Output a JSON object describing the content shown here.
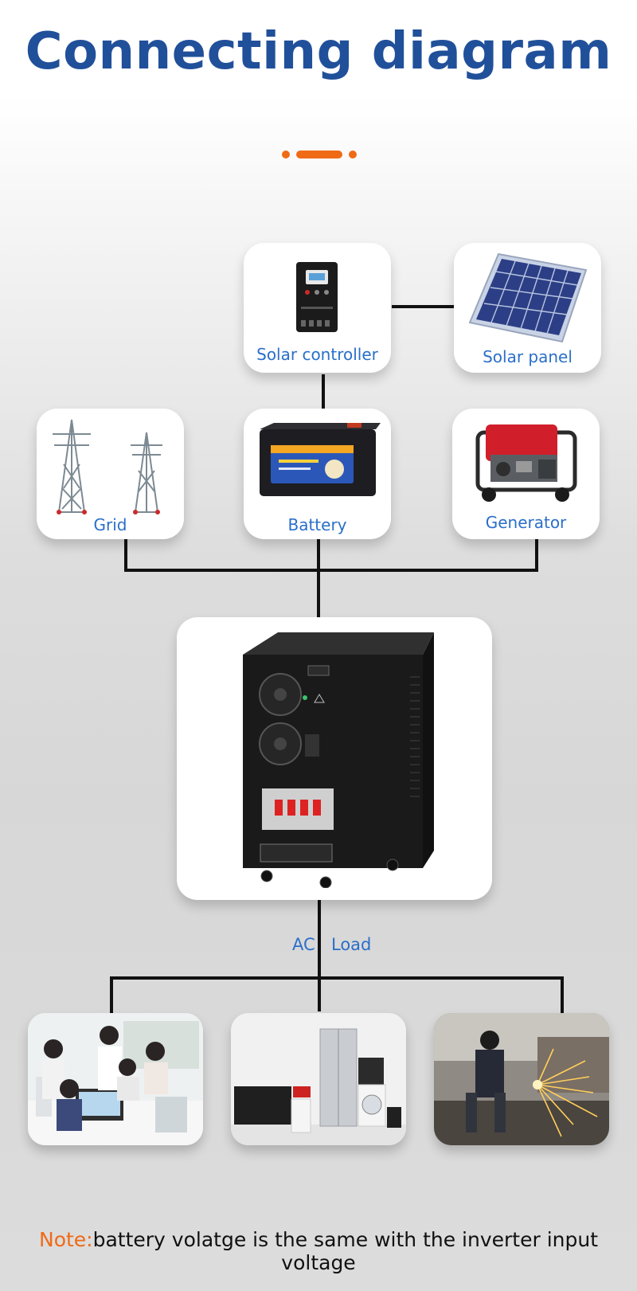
{
  "title": "Connecting diagram",
  "colors": {
    "accent": "#f06a16",
    "title": "#21509a",
    "label": "#2a6fc9",
    "line": "#111111"
  },
  "nodes": {
    "solar_controller": {
      "label": "Solar controller",
      "icon": "solar-controller-icon"
    },
    "solar_panel": {
      "label": "Solar panel",
      "icon": "solar-panel-icon"
    },
    "grid": {
      "label": "Grid",
      "icon": "power-tower-icon"
    },
    "battery": {
      "label": "Battery",
      "icon": "battery-icon"
    },
    "generator": {
      "label": "Generator",
      "icon": "generator-icon"
    },
    "inverter": {
      "label": "",
      "icon": "inverter-icon"
    }
  },
  "ac_load": {
    "ac": "AC",
    "load": "Load"
  },
  "loads": [
    {
      "icon": "office-workers-photo"
    },
    {
      "icon": "home-appliances-photo"
    },
    {
      "icon": "welding-worker-photo"
    }
  ],
  "note": {
    "prefix": "Note:",
    "text": "battery volatge is the same with the inverter input voltage"
  }
}
